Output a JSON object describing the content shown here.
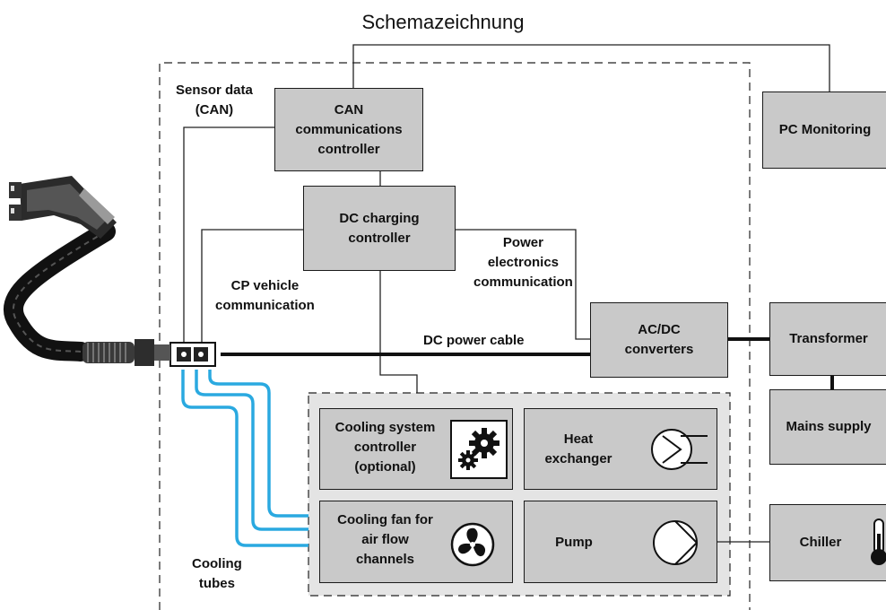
{
  "title": "Schemazeichnung",
  "labels": {
    "sensor_data": [
      "Sensor data",
      "(CAN)"
    ],
    "cp_vehicle": [
      "CP vehicle",
      "communication"
    ],
    "power_electronics": [
      "Power",
      "electronics",
      "communication"
    ],
    "dc_power_cable": "DC power cable",
    "cooling_tubes": [
      "Cooling",
      "tubes"
    ]
  },
  "boxes": {
    "can_controller": [
      "CAN",
      "communications",
      "controller"
    ],
    "dc_charging": [
      "DC charging",
      "controller"
    ],
    "pc_monitoring": "PC Monitoring",
    "ac_dc": [
      "AC/DC",
      "converters"
    ],
    "transformer": "Transformer",
    "mains_supply": "Mains supply",
    "chiller": "Chiller",
    "cooling_system_controller": [
      "Cooling system",
      "controller",
      "(optional)"
    ],
    "heat_exchanger": [
      "Heat",
      "exchanger"
    ],
    "cooling_fan": [
      "Cooling fan for",
      "air flow",
      "channels"
    ],
    "pump": "Pump"
  },
  "icons": [
    "charging-connector-icon",
    "gears-icon",
    "heat-exchanger-icon",
    "fan-icon",
    "pump-icon",
    "thermometer-icon"
  ],
  "colors": {
    "box_fill": "#c9c9c9",
    "cooling_tube": "#2aa9e0",
    "dashed_area_fill": "#e4e4e4"
  }
}
